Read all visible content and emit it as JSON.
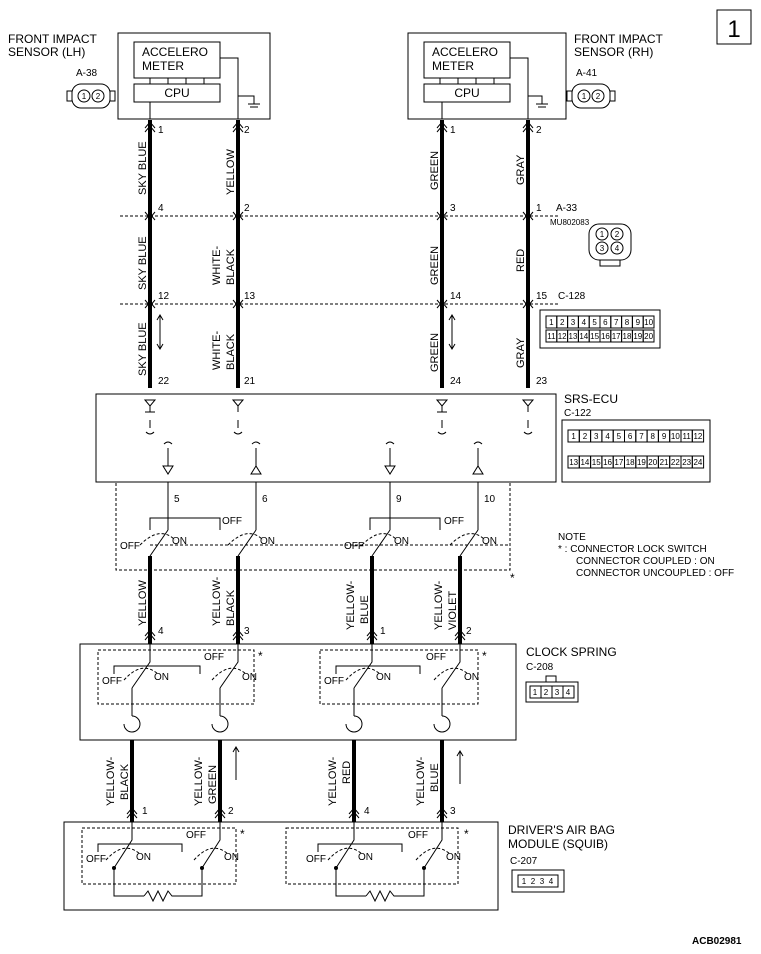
{
  "page_number": "1",
  "code": "ACB02981",
  "lh_sensor": {
    "name_line1": "FRONT IMPACT",
    "name_line2": "SENSOR (LH)",
    "connector": "A-38",
    "box_line1": "ACCELERO",
    "box_line2": "METER",
    "cpu": "CPU",
    "pins": [
      "1",
      "2"
    ],
    "pin_icons": [
      "1",
      "2"
    ]
  },
  "rh_sensor": {
    "name_line1": "FRONT IMPACT",
    "name_line2": "SENSOR (RH)",
    "connector": "A-41",
    "box_line1": "ACCELERO",
    "box_line2": "METER",
    "cpu": "CPU",
    "pins": [
      "1",
      "2"
    ],
    "pin_icons": [
      "1",
      "2"
    ]
  },
  "conn_a33": {
    "name": "A-33",
    "part": "MU802083",
    "pins": [
      "4",
      "2",
      "3",
      "1"
    ],
    "icon_pins": [
      "1",
      "2",
      "3",
      "4"
    ]
  },
  "conn_c128": {
    "name": "C-128",
    "pins": [
      "12",
      "13",
      "14",
      "15"
    ],
    "row1": [
      "1",
      "2",
      "3",
      "4",
      "5",
      "6",
      "7",
      "8",
      "9",
      "10"
    ],
    "row2": [
      "11",
      "12",
      "13",
      "14",
      "15",
      "16",
      "17",
      "18",
      "19",
      "20"
    ]
  },
  "srs_ecu": {
    "name": "SRS-ECU",
    "connector": "C-122",
    "pins_top": [
      "22",
      "21",
      "24",
      "23"
    ],
    "pins_bottom": [
      "5",
      "6",
      "9",
      "10"
    ],
    "row1": [
      "1",
      "2",
      "3",
      "4",
      "5",
      "6",
      "7",
      "8",
      "9",
      "10",
      "11",
      "12"
    ],
    "row2": [
      "13",
      "14",
      "15",
      "16",
      "17",
      "18",
      "19",
      "20",
      "21",
      "22",
      "23",
      "24"
    ]
  },
  "wire_segments": {
    "seg1": [
      "SKY BLUE",
      "YELLOW",
      "GREEN",
      "GRAY"
    ],
    "seg2": [
      "SKY BLUE",
      "WHITE-",
      "BLACK",
      "GREEN",
      "RED"
    ],
    "seg3": [
      "SKY BLUE",
      "WHITE-",
      "BLACK",
      "GREEN",
      "GRAY"
    ],
    "seg4": [
      "YELLOW",
      "YELLOW-",
      "BLACK",
      "YELLOW-",
      "BLUE",
      "YELLOW-",
      "VIOLET"
    ],
    "seg5": [
      "YELLOW-",
      "BLACK",
      "YELLOW-",
      "GREEN",
      "YELLOW-",
      "RED",
      "YELLOW-",
      "BLUE"
    ]
  },
  "switch_labels": {
    "off": "OFF",
    "on": "ON",
    "star": "*"
  },
  "note": {
    "title": "NOTE",
    "line1": "* : CONNECTOR LOCK SWITCH",
    "line2": "CONNECTOR COUPLED : ON",
    "line3": "CONNECTOR UNCOUPLED : OFF"
  },
  "clock_spring": {
    "name": "CLOCK SPRING",
    "connector": "C-208",
    "pins_top": [
      "4",
      "3",
      "1",
      "2"
    ],
    "pins_bottom": [
      "1",
      "2",
      "4",
      "3"
    ],
    "icon_pins": [
      "1",
      "2",
      "3",
      "4"
    ]
  },
  "airbag": {
    "name_line1": "DRIVER'S AIR BAG",
    "name_line2": "MODULE (SQUIB)",
    "connector": "C-207",
    "icon_pins": [
      "1",
      "2",
      "3",
      "4"
    ]
  }
}
